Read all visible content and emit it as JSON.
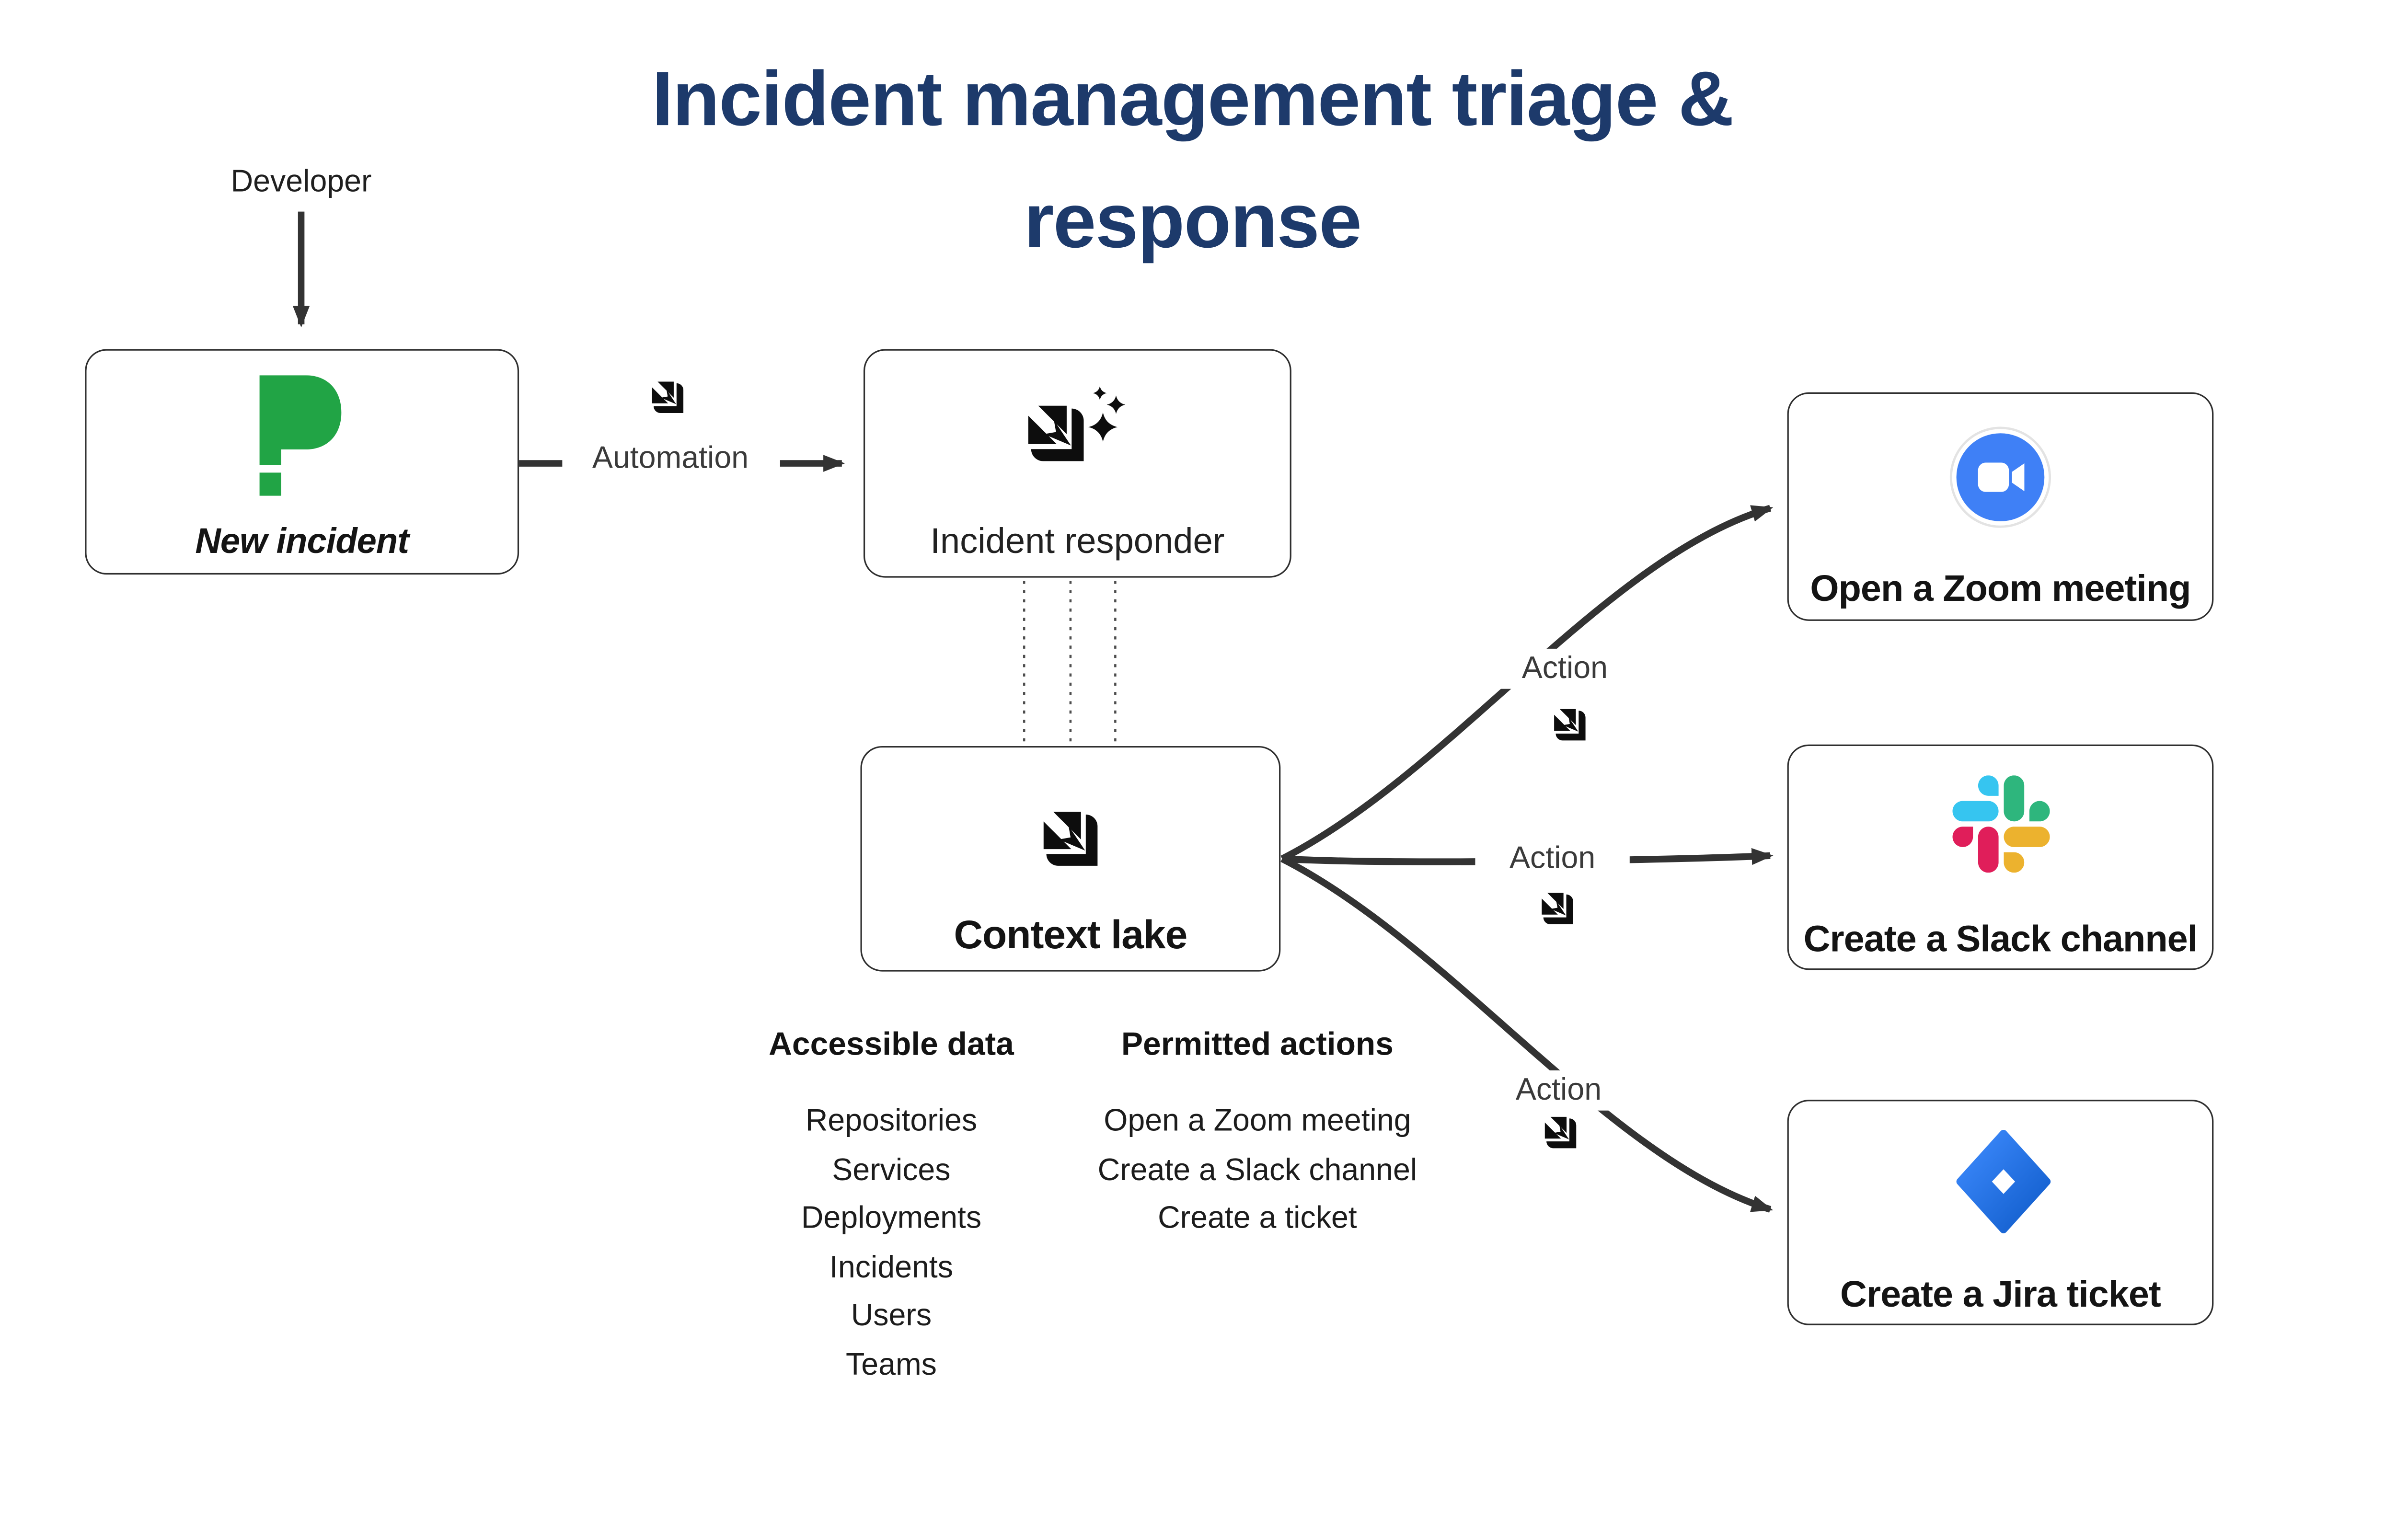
{
  "title": {
    "line1": "Incident management triage &",
    "line2": "response"
  },
  "nodes": {
    "new_incident": {
      "label": "New incident"
    },
    "incident_responder": {
      "label": "Incident responder"
    },
    "context_lake": {
      "label": "Context lake"
    },
    "zoom": {
      "label": "Open a Zoom meeting"
    },
    "slack": {
      "label": "Create a Slack channel"
    },
    "jira": {
      "label": "Create a Jira ticket"
    }
  },
  "edge_labels": {
    "developer": "Developer",
    "automation": "Automation",
    "action_top": "Action",
    "action_middle": "Action",
    "action_bottom": "Action"
  },
  "accessible_data": {
    "heading": "Accessible data",
    "items": [
      "Repositories",
      "Services",
      "Deployments",
      "Incidents",
      "Users",
      "Teams"
    ]
  },
  "permitted_actions": {
    "heading": "Permitted actions",
    "items": [
      "Open a Zoom meeting",
      "Create a Slack channel",
      "Create a ticket"
    ]
  },
  "icons": {
    "pagerduty": "pagerduty-p-logo",
    "agent": "agent-arrow-logo",
    "agent_sparkle": "agent-arrow-sparkle-logo",
    "zoom": "zoom-video-camera-logo",
    "slack": "slack-logo",
    "jira": "jira-diamond-logo"
  },
  "colors": {
    "title_navy": "#1d3a6b",
    "arrow_dark": "#333333",
    "pagerduty_green": "#21A445",
    "zoom_blue": "#3F80F6",
    "slack_blue": "#36C5F0",
    "slack_green": "#2EB67D",
    "slack_yellow": "#ECB22E",
    "slack_red": "#E01E5A",
    "jira_blue_light": "#3F8CFF",
    "jira_blue_dark": "#0E5AC8"
  }
}
